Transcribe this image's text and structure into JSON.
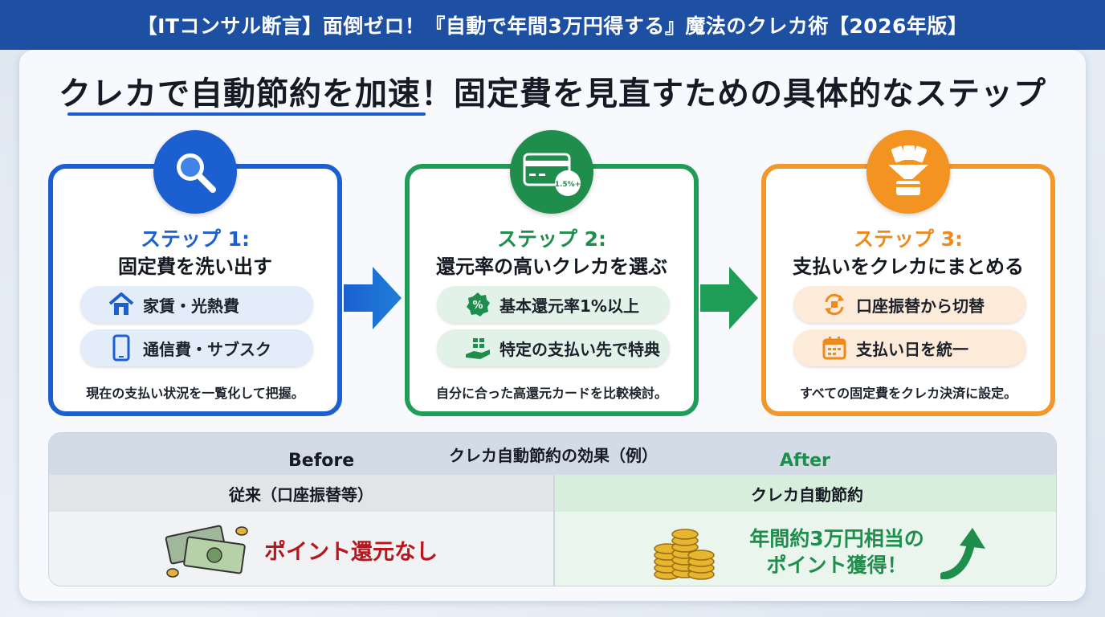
{
  "banner": {
    "title": "【ITコンサル断言】面倒ゼロ！『自動で年間3万円得する』魔法のクレカ術【2026年版】"
  },
  "headline": "クレカで自動節約を加速！固定費を見直すための具体的なステップ",
  "steps": [
    {
      "number": "ステップ 1:",
      "title": "固定費を洗い出す",
      "icon": "magnifier-icon",
      "items": [
        {
          "label": "家賃・光熱費",
          "icon": "house-icon"
        },
        {
          "label": "通信費・サブスク",
          "icon": "smartphone-icon"
        }
      ],
      "note": "現在の支払い状況を一覧化して把握。"
    },
    {
      "number": "ステップ 2:",
      "title": "還元率の高いクレカを選ぶ",
      "icon": "credit-card-icon",
      "icon_badge": "1.5%+",
      "items": [
        {
          "label": "基本還元率1%以上",
          "icon": "percent-badge-icon"
        },
        {
          "label": "特定の支払い先で特典",
          "icon": "gift-hand-icon"
        }
      ],
      "note": "自分に合った高還元カードを比較検討。"
    },
    {
      "number": "ステップ 3:",
      "title": "支払いをクレカにまとめる",
      "icon": "funnel-money-icon",
      "items": [
        {
          "label": "口座振替から切替",
          "icon": "switch-cycle-icon"
        },
        {
          "label": "支払い日を統一",
          "icon": "calendar-icon"
        }
      ],
      "note": "すべての固定費をクレカ決済に設定。"
    }
  ],
  "comparison": {
    "title": "クレカ自動節約の効果（例）",
    "before_label": "Before",
    "after_label": "After",
    "before_heading": "従来（口座振替等）",
    "after_heading": "クレカ自動節約",
    "before_result": "ポイント還元なし",
    "after_result_line1": "年間約3万円相当の",
    "after_result_line2": "ポイント獲得！"
  },
  "colors": {
    "blue": "#1c5fd1",
    "green": "#1f8e4c",
    "orange": "#f29322",
    "red": "#b8151c",
    "banner": "#1d4fa3"
  }
}
